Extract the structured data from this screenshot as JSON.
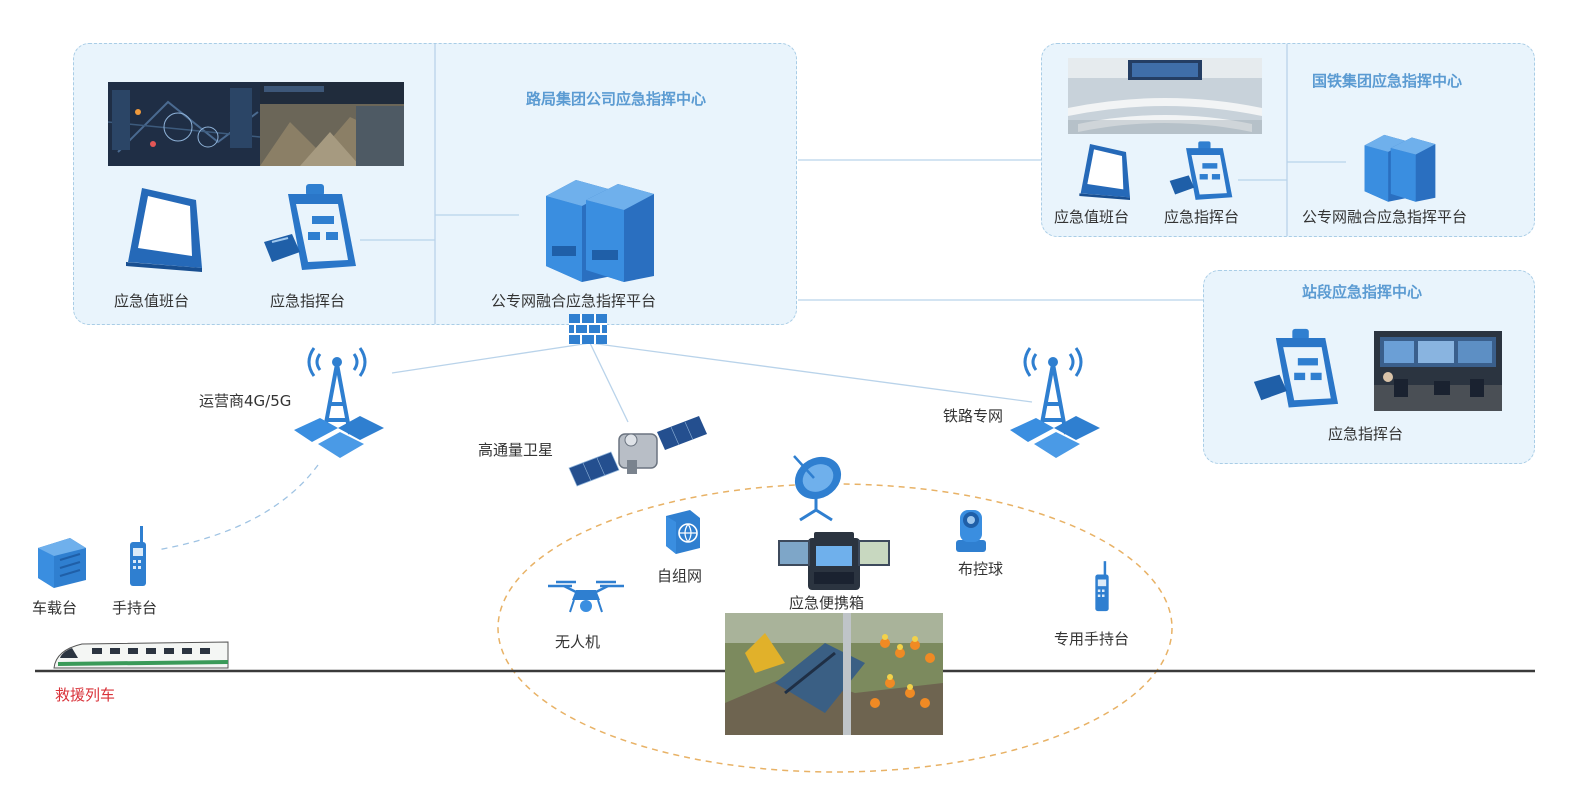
{
  "bureau_center": {
    "title": "路局集团公司应急指挥中心",
    "duty_label": "应急值班台",
    "command_label": "应急指挥台",
    "platform_label": "公专网融合应急指挥平台"
  },
  "national_center": {
    "title": "国铁集团应急指挥中心",
    "duty_label": "应急值班台",
    "command_label": "应急指挥台",
    "platform_label": "公专网融合应急指挥平台"
  },
  "station_center": {
    "title": "站段应急指挥中心",
    "command_label": "应急指挥台"
  },
  "network": {
    "carrier_label": "运营商4G/5G",
    "satellite_label": "高通量卫星",
    "railway_net_label": "铁路专网"
  },
  "train": {
    "vehicle_label": "车载台",
    "handheld_label": "手持台",
    "rescue_train_label": "救援列车"
  },
  "site": {
    "drone_label": "无人机",
    "adhoc_label": "自组网",
    "portable_box_label": "应急便携箱",
    "ball_camera_label": "布控球",
    "special_handheld_label": "专用手持台"
  },
  "colors": {
    "panel_bg": "#e9f4fc",
    "panel_border": "#a9cde6",
    "title_blue": "#5b9bd2",
    "icon_blue": "#2f7fd0",
    "rescue_red": "#d9333a",
    "orbit_orange": "#e8b266"
  }
}
